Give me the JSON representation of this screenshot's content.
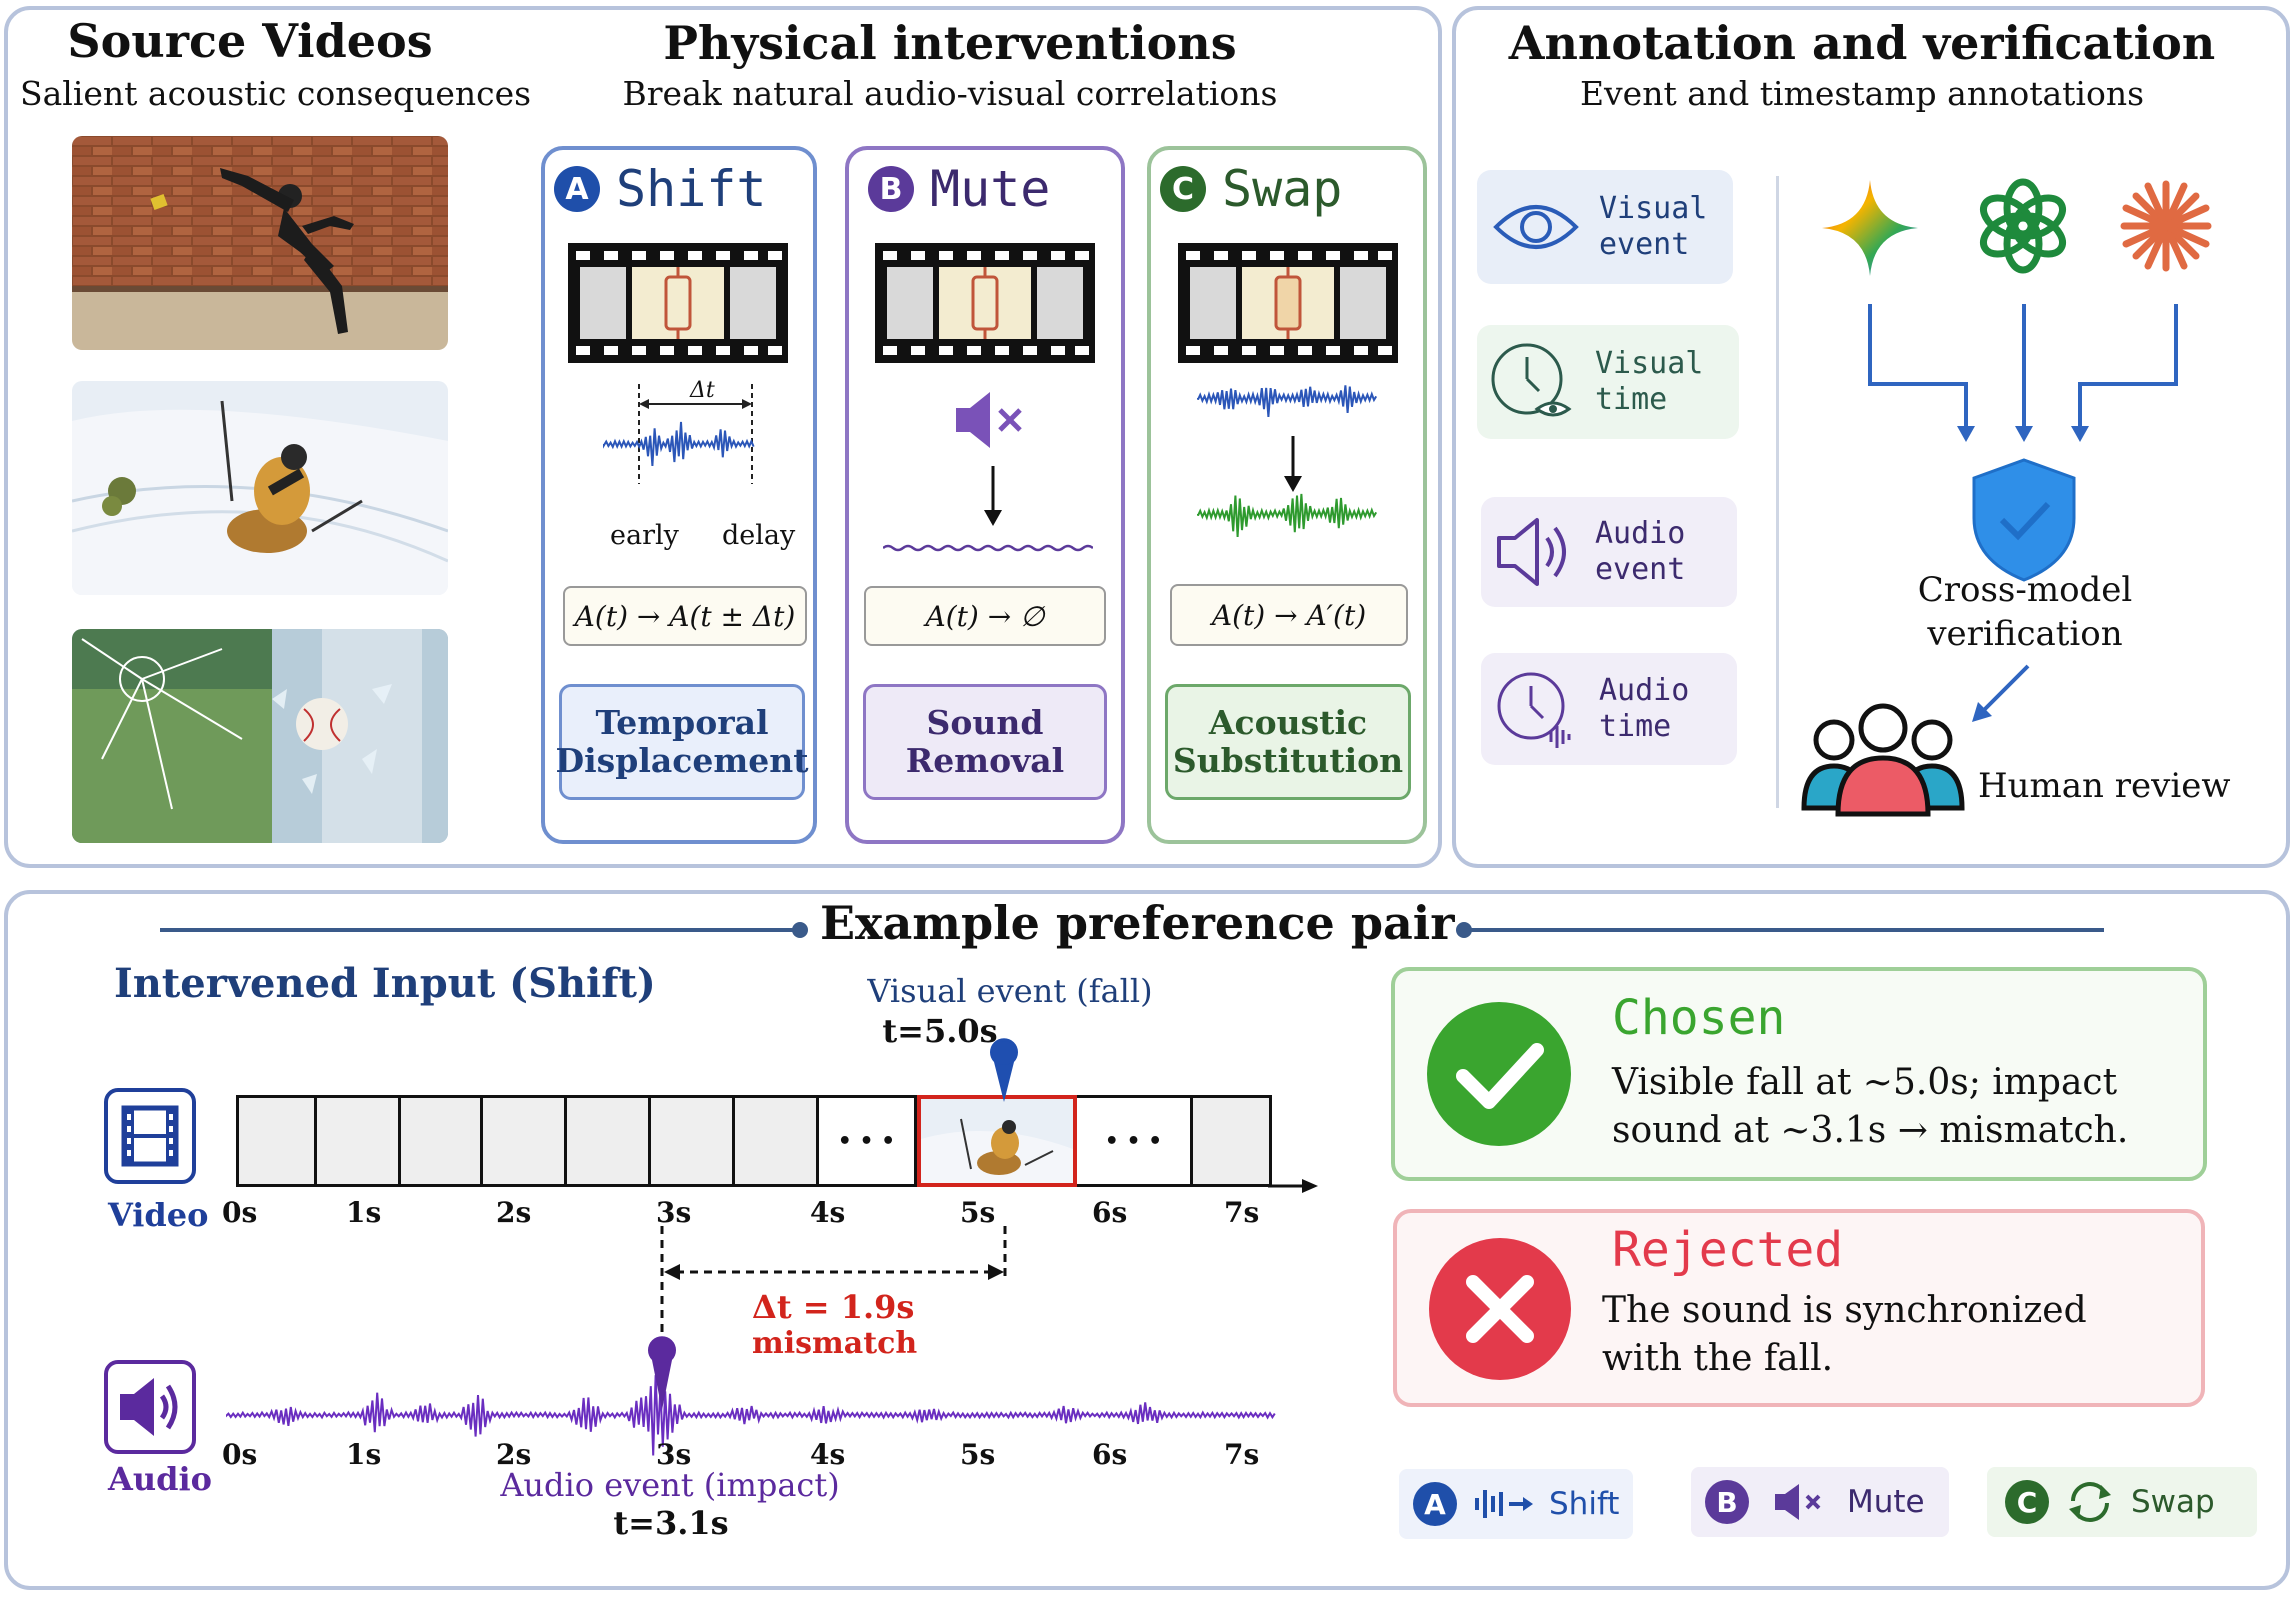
{
  "source": {
    "title": "Source Videos",
    "subtitle": "Salient acoustic consequences"
  },
  "interventions": {
    "title": "Physical interventions",
    "subtitle": "Break natural audio-visual correlations",
    "cards": [
      {
        "badge": "A",
        "name": "Shift",
        "formula": "A(t) → A(t ± Δt)",
        "type_line1": "Temporal",
        "type_line2": "Displacement",
        "color": "#3a6db5"
      },
      {
        "badge": "B",
        "name": "Mute",
        "formula": "A(t) → ∅",
        "type_line1": "Sound",
        "type_line2": "Removal",
        "color": "#5b3a9a"
      },
      {
        "badge": "C",
        "name": "Swap",
        "formula": "A(t) → A′(t)",
        "type_line1": "Acoustic",
        "type_line2": "Substitution",
        "color": "#2f6b2f"
      }
    ],
    "shift_delta": "Δt",
    "shift_early": "early",
    "shift_delay": "delay"
  },
  "annotation": {
    "title": "Annotation and verification",
    "subtitle": "Event and timestamp annotations",
    "items": [
      {
        "label": "Visual\nevent",
        "icon": "eye-icon"
      },
      {
        "label": "Visual\ntime",
        "icon": "clock-eye-icon"
      },
      {
        "label": "Audio\nevent",
        "icon": "speaker-icon"
      },
      {
        "label": "Audio\ntime",
        "icon": "clock-audio-icon"
      }
    ],
    "verify_line1": "Cross-model",
    "verify_line2": "verification",
    "human_review": "Human review"
  },
  "example": {
    "title": "Example preference pair",
    "input_title": "Intervened Input (Shift)",
    "visual_event_label": "Visual event (fall)",
    "visual_event_time": "t=5.0s",
    "audio_event_label": "Audio event (impact)",
    "audio_event_time": "t=3.1s",
    "delta_label": "Δt = 1.9s",
    "mismatch_label": "mismatch",
    "video_label": "Video",
    "audio_label": "Audio",
    "ellipsis": "• • •",
    "ticks": [
      "0s",
      "1s",
      "2s",
      "3s",
      "4s",
      "5s",
      "6s",
      "7s"
    ],
    "chosen_title": "Chosen",
    "chosen_line1": "Visible fall at ∼5.0s; impact",
    "chosen_line2": "sound at ∼3.1s → mismatch.",
    "rejected_title": "Rejected",
    "rejected_line1": "The sound is synchronized",
    "rejected_line2": "with the fall.",
    "legend": [
      {
        "badge": "A",
        "label": "Shift"
      },
      {
        "badge": "B",
        "label": "Mute"
      },
      {
        "badge": "C",
        "label": "Swap"
      }
    ]
  },
  "colors": {
    "shift": "#3a6db5",
    "mute": "#5b3a9a",
    "swap": "#2f6b2f",
    "navy": "#1f3f7a",
    "purple": "#5b2a9e",
    "mismatch_red": "#d2241c",
    "chosen_green": "#3aa52f",
    "rejected_red": "#e33a4b"
  }
}
